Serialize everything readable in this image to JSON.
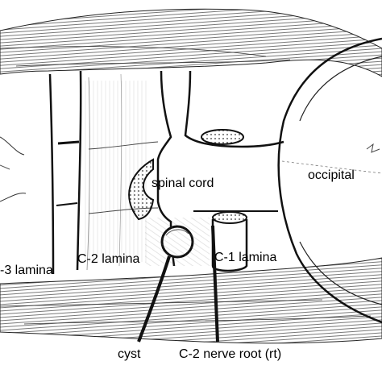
{
  "labels": {
    "spinal_cord": "spinal cord",
    "occipital": "occipital",
    "c3_lamina": "-3 lamina",
    "c2_lamina": "C-2 lamina",
    "c1_lamina": "C-1 lamina",
    "cyst": "cyst",
    "c2_nerve_root": "C-2 nerve root (rt)"
  },
  "colors": {
    "ink": "#111111",
    "background": "#ffffff",
    "shading": "#8a8a8a"
  }
}
